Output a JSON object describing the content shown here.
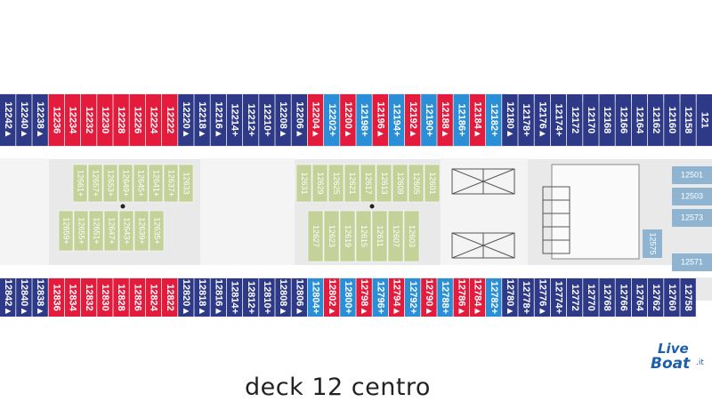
{
  "caption": "deck 12 centro",
  "logo": {
    "part1": "Live",
    "part2": "Boat",
    "suffix": ".it"
  },
  "colors": {
    "navy": "#2e3a87",
    "red": "#e31c3d",
    "blue": "#2a8fd6",
    "olive": "#c4d29a",
    "bg_corridor": "#ffffff",
    "hull_grey": "#e6e6e6"
  },
  "cabins_top": [
    {
      "num": "12242▲",
      "color": "navy"
    },
    {
      "num": "12240▲",
      "color": "navy"
    },
    {
      "num": "12238▲",
      "color": "navy"
    },
    {
      "num": "12236",
      "color": "red"
    },
    {
      "num": "12234",
      "color": "red"
    },
    {
      "num": "12232",
      "color": "red"
    },
    {
      "num": "12230",
      "color": "red"
    },
    {
      "num": "12228",
      "color": "red"
    },
    {
      "num": "12226",
      "color": "red"
    },
    {
      "num": "12224",
      "color": "red"
    },
    {
      "num": "12222",
      "color": "red"
    },
    {
      "num": "12220▲",
      "color": "navy"
    },
    {
      "num": "12218▲",
      "color": "navy"
    },
    {
      "num": "12216▲",
      "color": "navy"
    },
    {
      "num": "12214+",
      "color": "navy"
    },
    {
      "num": "12212+",
      "color": "navy"
    },
    {
      "num": "12210+",
      "color": "navy"
    },
    {
      "num": "12208▲",
      "color": "navy"
    },
    {
      "num": "12206▲",
      "color": "navy"
    },
    {
      "num": "12204▲",
      "color": "red"
    },
    {
      "num": "12202+",
      "color": "blue"
    },
    {
      "num": "12200▲",
      "color": "red"
    },
    {
      "num": "12198+",
      "color": "blue"
    },
    {
      "num": "12196▲",
      "color": "red"
    },
    {
      "num": "12194+",
      "color": "blue"
    },
    {
      "num": "12192▲",
      "color": "red"
    },
    {
      "num": "12190+",
      "color": "blue"
    },
    {
      "num": "12188▲",
      "color": "red"
    },
    {
      "num": "12186+",
      "color": "blue"
    },
    {
      "num": "12184▲",
      "color": "red"
    },
    {
      "num": "12182+",
      "color": "blue"
    },
    {
      "num": "12180▲",
      "color": "navy"
    },
    {
      "num": "12178+",
      "color": "navy"
    },
    {
      "num": "12176▲",
      "color": "navy"
    },
    {
      "num": "12174+",
      "color": "navy"
    },
    {
      "num": "12172",
      "color": "navy"
    },
    {
      "num": "12170",
      "color": "navy"
    },
    {
      "num": "12168",
      "color": "navy"
    },
    {
      "num": "12166",
      "color": "navy"
    },
    {
      "num": "12164",
      "color": "navy"
    },
    {
      "num": "12162",
      "color": "navy"
    },
    {
      "num": "12160",
      "color": "navy"
    },
    {
      "num": "12158",
      "color": "navy"
    },
    {
      "num": "121",
      "color": "navy"
    }
  ],
  "cabins_bottom": [
    {
      "num": "12842▲",
      "color": "navy"
    },
    {
      "num": "12840▲",
      "color": "navy"
    },
    {
      "num": "12838▲",
      "color": "navy"
    },
    {
      "num": "12836",
      "color": "red"
    },
    {
      "num": "12834",
      "color": "red"
    },
    {
      "num": "12832",
      "color": "red"
    },
    {
      "num": "12830",
      "color": "red"
    },
    {
      "num": "12828",
      "color": "red"
    },
    {
      "num": "12826",
      "color": "red"
    },
    {
      "num": "12824",
      "color": "red"
    },
    {
      "num": "12822",
      "color": "red"
    },
    {
      "num": "12820▲",
      "color": "navy"
    },
    {
      "num": "12818▲",
      "color": "navy"
    },
    {
      "num": "12816▲",
      "color": "navy"
    },
    {
      "num": "12814+",
      "color": "navy"
    },
    {
      "num": "12812+",
      "color": "navy"
    },
    {
      "num": "12810+",
      "color": "navy"
    },
    {
      "num": "12808▲",
      "color": "navy"
    },
    {
      "num": "12806▲",
      "color": "navy"
    },
    {
      "num": "12804+",
      "color": "blue"
    },
    {
      "num": "12802▲",
      "color": "red"
    },
    {
      "num": "12800+",
      "color": "blue"
    },
    {
      "num": "12798▲",
      "color": "red"
    },
    {
      "num": "12796+",
      "color": "blue"
    },
    {
      "num": "12794▲",
      "color": "red"
    },
    {
      "num": "12792+",
      "color": "blue"
    },
    {
      "num": "12790▲",
      "color": "red"
    },
    {
      "num": "12788+",
      "color": "blue"
    },
    {
      "num": "12786▲",
      "color": "red"
    },
    {
      "num": "12784▲",
      "color": "red"
    },
    {
      "num": "12782+",
      "color": "blue"
    },
    {
      "num": "12780▲",
      "color": "navy"
    },
    {
      "num": "12778+",
      "color": "navy"
    },
    {
      "num": "12776▲",
      "color": "navy"
    },
    {
      "num": "12774+",
      "color": "navy"
    },
    {
      "num": "12772",
      "color": "navy"
    },
    {
      "num": "12770",
      "color": "navy"
    },
    {
      "num": "12768",
      "color": "navy"
    },
    {
      "num": "12766",
      "color": "navy"
    },
    {
      "num": "12764",
      "color": "navy"
    },
    {
      "num": "12762",
      "color": "navy"
    },
    {
      "num": "12760",
      "color": "navy"
    },
    {
      "num": "12758",
      "color": "navy"
    }
  ],
  "inner_left_top": [
    "12661+",
    "12657+",
    "12653+",
    "12649+",
    "12645+",
    "12641+",
    "12637+",
    "12633"
  ],
  "inner_left_bottom": [
    "12659+",
    "12655+",
    "12651+",
    "12647+",
    "12643+",
    "12639+",
    "12635+"
  ],
  "inner_mid_top": [
    "12631",
    "12629",
    "12625",
    "12621",
    "12617",
    "12613",
    "12609",
    "12605",
    "12601"
  ],
  "inner_mid_bottom": [
    "12627",
    "12623",
    "12619",
    "12615",
    "12611",
    "12607",
    "12603"
  ],
  "inner_right": [
    "12501",
    "12503",
    "12573",
    "12575",
    "12571"
  ]
}
